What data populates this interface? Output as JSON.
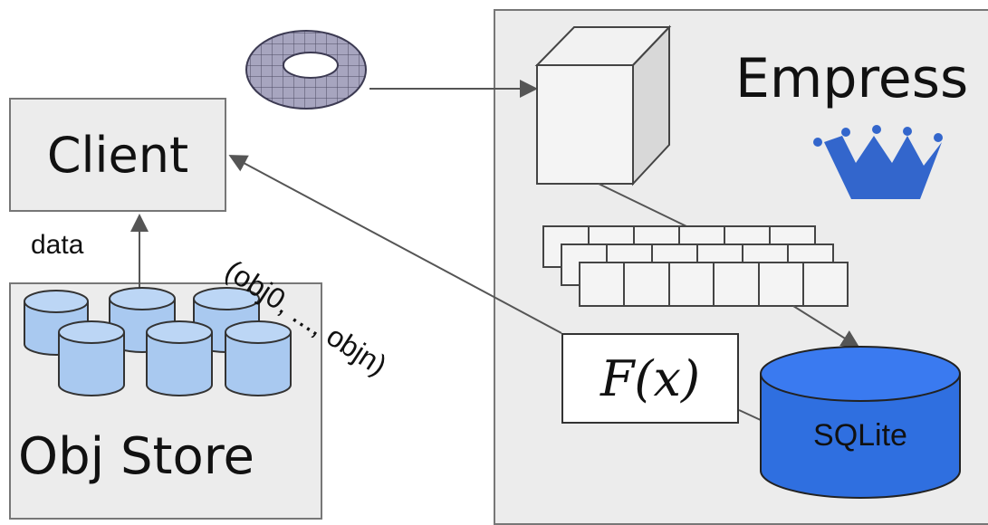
{
  "client": {
    "label": "Client"
  },
  "data_label": "data",
  "obj_store": {
    "label": "Obj Store"
  },
  "empress": {
    "label": "Empress"
  },
  "function": {
    "label": "F(x)"
  },
  "objects_label": "(obj0, ..., objn)",
  "sqlite": {
    "label": "SQLite"
  },
  "colors": {
    "panel_fill": "#ececec",
    "cylinder_blue": "#a9c9f0",
    "sqlite_blue": "#2f6fe0",
    "crown_blue": "#3366cc",
    "torus_gray": "#9a98b3"
  }
}
